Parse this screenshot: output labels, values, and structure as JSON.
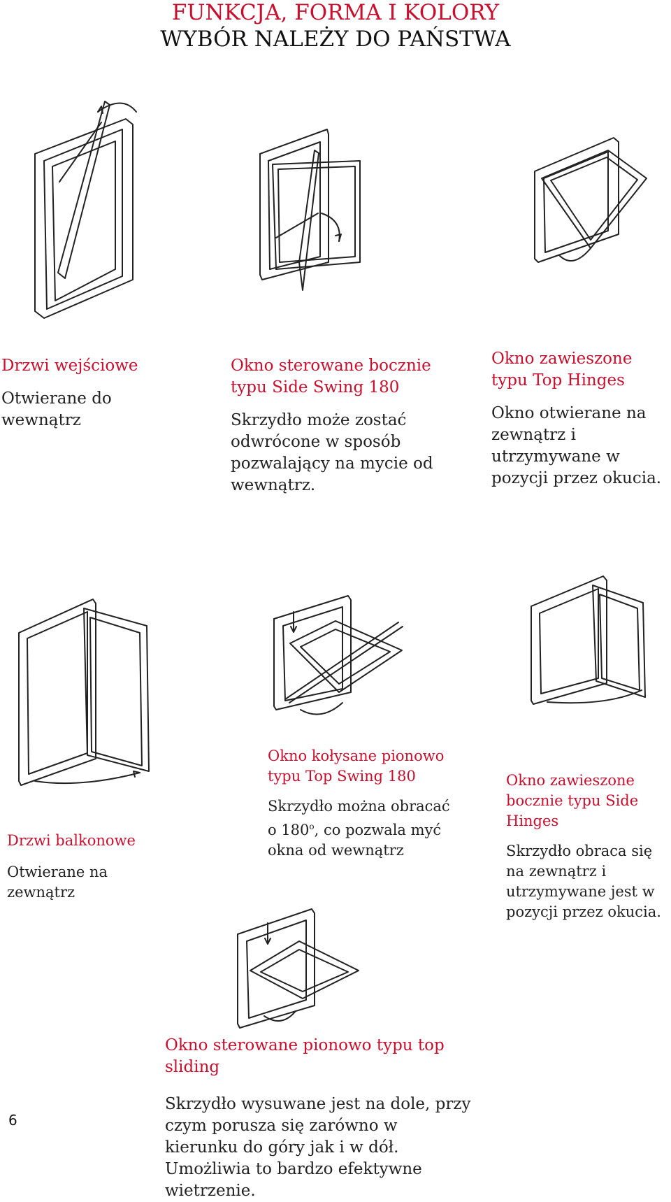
{
  "header": {
    "line1": "FUNKCJA, FORMA I KOLORY",
    "line2": "WYBÓR NALEŻY DO PAŃSTWA"
  },
  "items": [
    {
      "title": "Drzwi wejściowe",
      "desc": "Otwierane do wewnątrz",
      "icon": "entrance-door-inward-icon"
    },
    {
      "title": "Okno sterowane bocznie typu Side Swing 180",
      "desc": "Skrzydło może zostać odwrócone w sposób pozwalający na mycie od wewnątrz.",
      "icon": "side-swing-window-icon"
    },
    {
      "title": "Okno zawieszone typu Top Hinges",
      "desc": "Okno otwierane na zewnątrz i utrzymywane w pozycji przez okucia.",
      "icon": "top-hinged-window-icon"
    },
    {
      "title": "Drzwi balkonowe",
      "desc": "Otwierane na zewnątrz",
      "icon": "balcony-door-outward-icon"
    },
    {
      "title": "Okno kołysane pionowo typu Top Swing 180",
      "desc_pre": "Skrzydło można obracać o 180",
      "desc_sup": "o",
      "desc_post": ", co pozwala myć okna od wewnątrz",
      "icon": "top-swing-window-icon"
    },
    {
      "title": "Okno zawieszone bocznie typu Side Hinges",
      "desc": "Skrzydło obraca się na zewnątrz i utrzymywane jest w pozycji przez okucia.",
      "icon": "side-hinged-window-icon"
    },
    {
      "title": "Okno sterowane pionowo typu top sliding",
      "desc": "Skrzydło wysuwane jest na dole, przy czym porusza się zarówno w kierunku do góry jak i w dół. Umożliwia to bardzo efektywne wietrzenie.",
      "icon": "top-sliding-window-icon"
    }
  ],
  "page_number": "6"
}
